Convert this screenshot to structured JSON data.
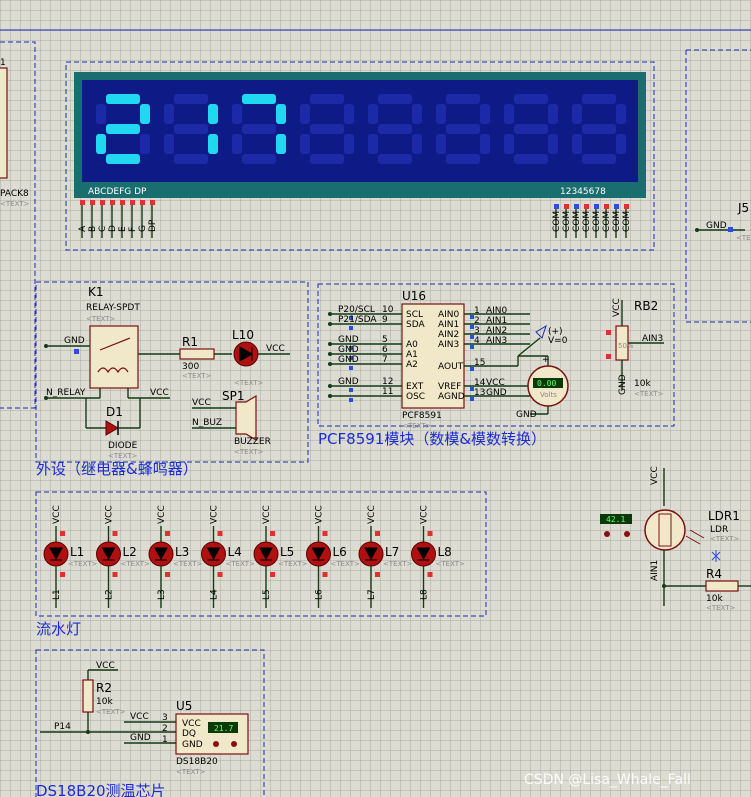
{
  "display": {
    "digits": [
      "2",
      "1",
      "7",
      "",
      "",
      "",
      "",
      ""
    ],
    "seg_label": "ABCDEFG DP",
    "digit_label": "12345678",
    "seg_pins": [
      "A",
      "B",
      "C",
      "D",
      "E",
      "F",
      "G",
      "DP"
    ],
    "com_pins": [
      "COM",
      "COM",
      "COM",
      "COM",
      "COM",
      "COM",
      "COM",
      "COM"
    ]
  },
  "pack": {
    "label": "PACK8",
    "text": "<TEXT>"
  },
  "j5": {
    "label": "J5",
    "gnd": "GND"
  },
  "relay": {
    "ref": "K1",
    "part": "RELAY-SPDT",
    "text": "<TEXT>",
    "gnd": "GND",
    "nrelay": "N_RELAY",
    "vcc": "VCC"
  },
  "r1": {
    "ref": "R1",
    "value": "300",
    "text": "<TEXT>"
  },
  "l10": {
    "ref": "L10",
    "vcc": "VCC",
    "text": "<TEXT>"
  },
  "d1": {
    "ref": "D1",
    "part": "DIODE",
    "text": "<TEXT>"
  },
  "sp1": {
    "ref": "SP1",
    "vcc": "VCC",
    "nbuz": "N_BUZ",
    "part": "BUZZER",
    "text": "<TEXT>"
  },
  "u16": {
    "ref": "U16",
    "part": "PCF8591",
    "text": "<TEXT>",
    "left_pins": [
      {
        "n": "10",
        "name": "SCL",
        "net": "P20/SCL"
      },
      {
        "n": "9",
        "name": "SDA",
        "net": "P21/SDA"
      },
      {
        "n": "5",
        "name": "A0",
        "net": "GND"
      },
      {
        "n": "6",
        "name": "A1",
        "net": "GND"
      },
      {
        "n": "7",
        "name": "A2",
        "net": "GND"
      },
      {
        "n": "12",
        "name": "EXT",
        "net": "GND"
      },
      {
        "n": "11",
        "name": "OSC",
        "net": ""
      }
    ],
    "right_pins": [
      {
        "n": "1",
        "name": "AIN0",
        "net": "AIN0"
      },
      {
        "n": "2",
        "name": "AIN1",
        "net": "AIN1"
      },
      {
        "n": "3",
        "name": "AIN2",
        "net": "AIN2"
      },
      {
        "n": "4",
        "name": "AIN3",
        "net": "AIN3"
      },
      {
        "n": "15",
        "name": "AOUT",
        "net": ""
      },
      {
        "n": "14",
        "name": "VREF",
        "net": "VCC"
      },
      {
        "n": "13",
        "name": "AGND",
        "net": "GND"
      }
    ]
  },
  "probe": {
    "label": "V=0"
  },
  "voltmeter": {
    "value": "0.00",
    "unit": "Volts",
    "gnd": "GND"
  },
  "rb2": {
    "ref": "RB2",
    "vcc": "VCC",
    "gnd": "GND",
    "ain": "AIN3",
    "value": "10k",
    "text": "<TEXT>",
    "pct": "50%"
  },
  "peripheral_title": "外设（继电器&蜂鸣器）",
  "pcf_title": "PCF8591模块（数模&模数转换）",
  "leds": {
    "title": "流水灯",
    "vcc": "VCC",
    "text": "<TEXT>",
    "items": [
      "L1",
      "L2",
      "L3",
      "L4",
      "L5",
      "L6",
      "L7",
      "L8"
    ]
  },
  "ldr": {
    "ref": "LDR1",
    "part": "LDR",
    "text": "<TEXT>",
    "reading": "42.1",
    "vcc": "VCC",
    "ain": "AIN1"
  },
  "r4": {
    "ref": "R4",
    "value": "10k",
    "text": "<TEXT>"
  },
  "r2": {
    "ref": "R2",
    "value": "10k",
    "text": "<TEXT>",
    "vcc": "VCC"
  },
  "u5": {
    "ref": "U5",
    "part": "DS18B20",
    "reading": "21.7",
    "text": "<TEXT>",
    "p14": "P14",
    "vcc": "VCC",
    "gnd": "GND",
    "pins": [
      "VCC",
      "DQ",
      "GND"
    ],
    "pin_nums": [
      "3",
      "2",
      "1"
    ]
  },
  "ds_title": "DS18B20测温芯片",
  "watermark": "CSDN @Lisa_Whale_Fall",
  "colors": {
    "segment_on": "#20d8f0",
    "panel": "#0e1a86",
    "wire": "#153a15",
    "frame": "#1a2ab8"
  }
}
